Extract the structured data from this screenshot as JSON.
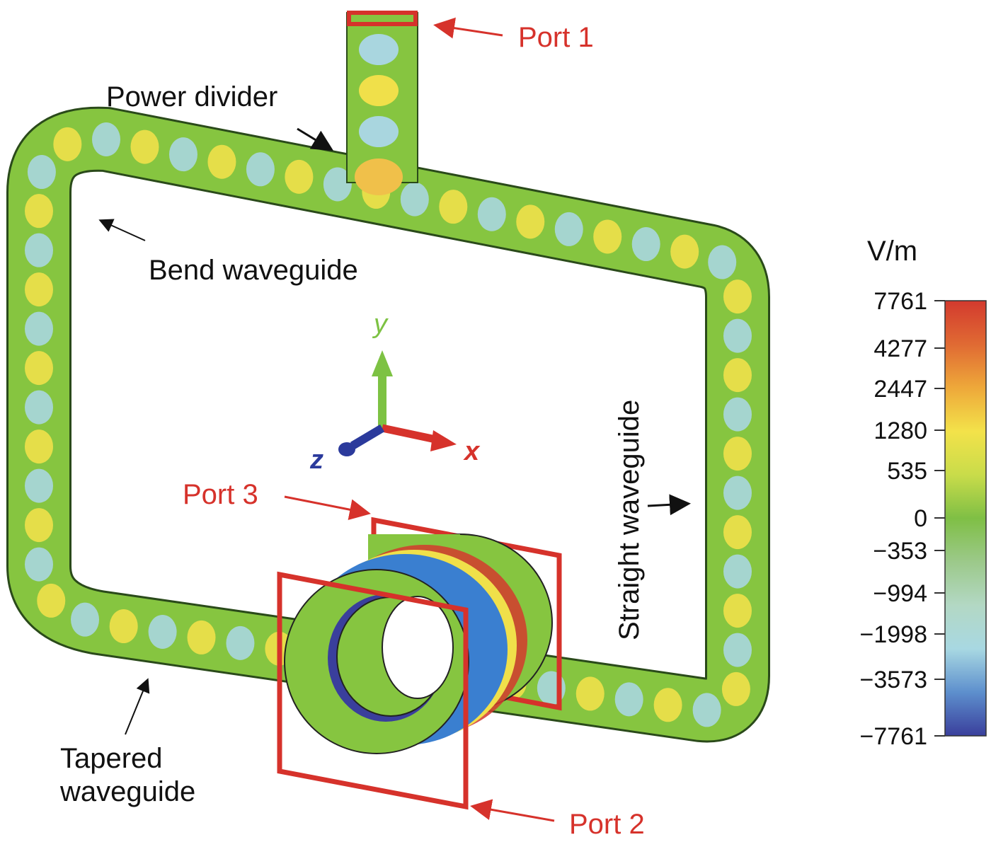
{
  "labels": {
    "port1": "Port 1",
    "port2": "Port 2",
    "port3": "Port 3",
    "power_divider": "Power divider",
    "bend_waveguide": "Bend waveguide",
    "straight_waveguide": "Straight waveguide",
    "tapered_waveguide_line1": "Tapered",
    "tapered_waveguide_line2": "waveguide"
  },
  "axes": {
    "x": "x",
    "y": "y",
    "z": "z",
    "x_color": "#d6322b",
    "y_color": "#7dc243",
    "z_color": "#2b3a9c"
  },
  "colorbar": {
    "unit": "V/m",
    "ticks": [
      "7761",
      "4277",
      "2447",
      "1280",
      "535",
      "0",
      "−353",
      "−994",
      "−1998",
      "−3573",
      "−7761"
    ],
    "colors": [
      "#d33a2e",
      "#e06a33",
      "#eea83a",
      "#f3e24a",
      "#c9dc4a",
      "#7fbf45",
      "#9cc98a",
      "#b3d8c4",
      "#a8d8e2",
      "#5d8fcd",
      "#3a3f9c"
    ]
  },
  "colors": {
    "waveguide": "#86c540",
    "port_box": "#d6322b",
    "field_positive": "#f0e04a",
    "field_negative": "#a9d6df"
  }
}
